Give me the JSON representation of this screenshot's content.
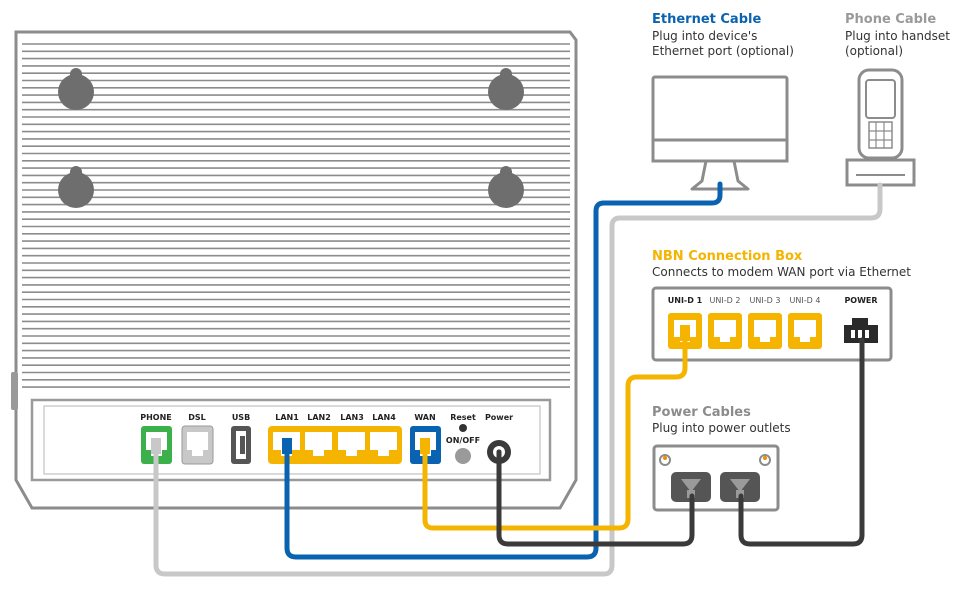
{
  "ethernet_cable": {
    "title": "Ethernet Cable",
    "line1": "Plug into device's",
    "line2": "Ethernet port (optional)"
  },
  "phone_cable": {
    "title": "Phone Cable",
    "line1": "Plug into handset",
    "line2": "(optional)"
  },
  "nbn_box": {
    "title": "NBN Connection Box",
    "subtitle": "Connects to modem WAN port via Ethernet",
    "ports": [
      "UNI-D 1",
      "UNI-D 2",
      "UNI-D 3",
      "UNI-D 4"
    ],
    "power_label": "POWER"
  },
  "power_cables": {
    "title": "Power Cables",
    "subtitle": "Plug into power outlets"
  },
  "modem_ports": {
    "phone": "PHONE",
    "dsl": "DSL",
    "usb": "USB",
    "lan1": "LAN1",
    "lan2": "LAN2",
    "lan3": "LAN3",
    "lan4": "LAN4",
    "wan": "WAN",
    "reset": "Reset",
    "onoff": "ON/OFF",
    "power": "Power"
  },
  "colors": {
    "ethernet": "#0a63b0",
    "phone": "#c8c8c8",
    "nbn": "#f5b400",
    "power": "#3a3a3a",
    "phone_port": "#3cb04a",
    "outline": "#9a9a9a"
  }
}
